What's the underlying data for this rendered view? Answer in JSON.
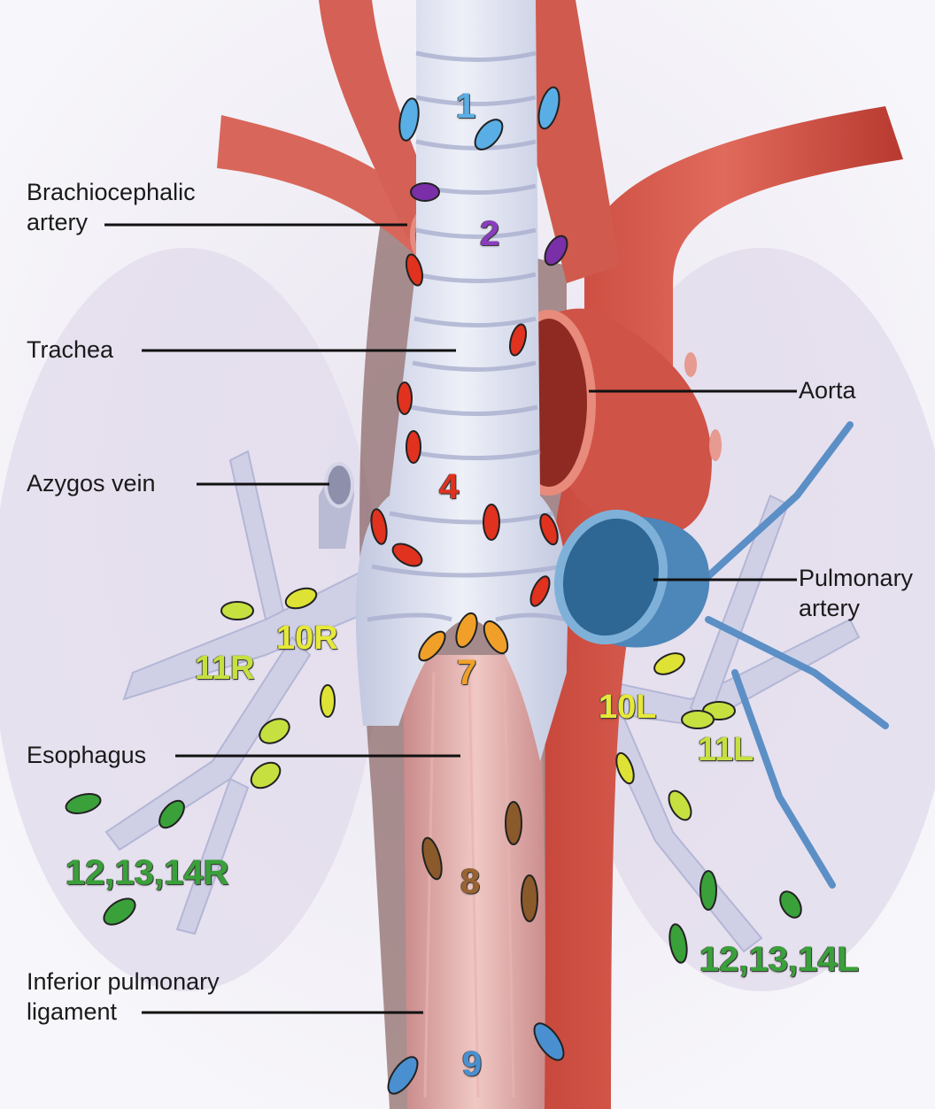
{
  "labels": {
    "brachiocephalic": "Brachiocephalic\nartery",
    "trachea": "Trachea",
    "azygos": "Azygos vein",
    "esophagus": "Esophagus",
    "inferior_ligament": "Inferior pulmonary\nligament",
    "aorta": "Aorta",
    "pulmonary_artery": "Pulmonary\nartery"
  },
  "stations": {
    "s1": "1",
    "s2": "2",
    "s4": "4",
    "s7": "7",
    "s8": "8",
    "s9": "9",
    "s10r": "10R",
    "s11r": "11R",
    "s10l": "10L",
    "s11l": "11L",
    "s12r": "12,13,14R",
    "s12l": "12,13,14L"
  },
  "colors": {
    "station1": "#5aaee6",
    "station2": "#7a2fa8",
    "station4": "#e0321e",
    "station7": "#f0a028",
    "station8": "#8b5a2b",
    "station9": "#4a90d0",
    "station10_11": "#dde234",
    "station12_14": "#3aa13a",
    "aorta": "#d9574a",
    "pulmonary": "#4f8fc0",
    "trachea": "#d6dcee"
  }
}
